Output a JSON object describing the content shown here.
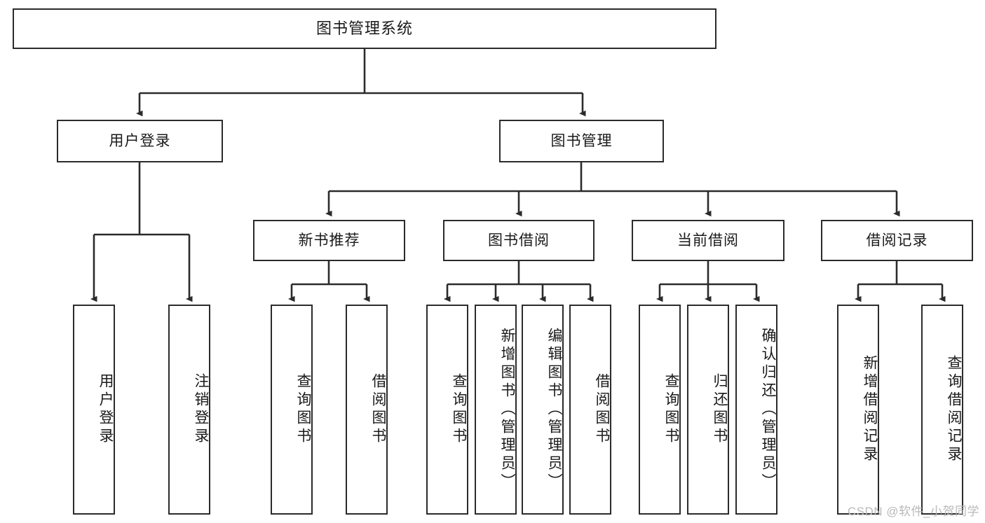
{
  "diagram": {
    "title": "图书管理系统",
    "watermark": "CSDN @软件_小贺同学",
    "type": "tree",
    "orientation": "top-down",
    "border_color": "#2b2b2b",
    "background_color": "#ffffff",
    "text_color": "#1a1a1a",
    "watermark_color": "#b9b9b9"
  },
  "nodes": {
    "root": {
      "label": "图书管理系统",
      "level": 0
    },
    "level1": [
      {
        "id": "user-login",
        "label": "用户登录",
        "level": 1
      },
      {
        "id": "book-manage",
        "label": "图书管理",
        "level": 1
      }
    ],
    "level2": [
      {
        "id": "new-book-recommend",
        "label": "新书推荐",
        "level": 2,
        "parent": "book-manage"
      },
      {
        "id": "book-borrow",
        "label": "图书借阅",
        "level": 2,
        "parent": "book-manage"
      },
      {
        "id": "current-borrow",
        "label": "当前借阅",
        "level": 2,
        "parent": "book-manage"
      },
      {
        "id": "borrow-record",
        "label": "借阅记录",
        "level": 2,
        "parent": "book-manage"
      }
    ],
    "leaves": [
      {
        "id": "leaf-user-login",
        "label": "用户登录",
        "parent": "user-login"
      },
      {
        "id": "leaf-logout-login",
        "label": "注销登录",
        "parent": "user-login"
      },
      {
        "id": "leaf-query-book-1",
        "label": "查询图书",
        "parent": "new-book-recommend"
      },
      {
        "id": "leaf-borrow-book-1",
        "label": "借阅图书",
        "parent": "new-book-recommend"
      },
      {
        "id": "leaf-query-book-2",
        "label": "查询图书",
        "parent": "book-borrow"
      },
      {
        "id": "leaf-add-book",
        "label": "新增图书（管理员）",
        "parent": "book-borrow"
      },
      {
        "id": "leaf-edit-book",
        "label": "编辑图书（管理员）",
        "parent": "book-borrow"
      },
      {
        "id": "leaf-borrow-book-2",
        "label": "借阅图书",
        "parent": "book-borrow"
      },
      {
        "id": "leaf-query-book-3",
        "label": "查询图书",
        "parent": "current-borrow"
      },
      {
        "id": "leaf-return-book",
        "label": "归还图书",
        "parent": "current-borrow"
      },
      {
        "id": "leaf-confirm-return",
        "label": "确认归还（管理员）",
        "parent": "current-borrow"
      },
      {
        "id": "leaf-add-record",
        "label": "新增借阅记录",
        "parent": "borrow-record"
      },
      {
        "id": "leaf-query-record",
        "label": "查询借阅记录",
        "parent": "borrow-record"
      }
    ]
  }
}
